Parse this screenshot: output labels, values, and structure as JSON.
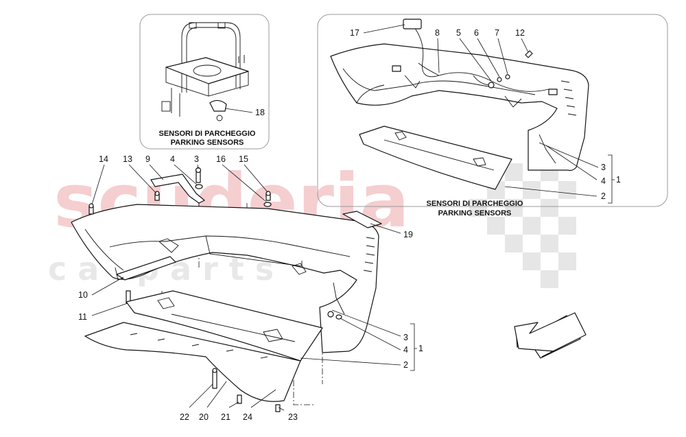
{
  "watermark": {
    "brand": "scuderia",
    "sub": "c a r   p a r t s",
    "brand_color": "#f4c9cc",
    "check_color": "#e2e2e2"
  },
  "insets": {
    "left_caption_it": "SENSORI DI PARCHEGGIO",
    "left_caption_en": "PARKING SENSORS",
    "right_caption_it": "SENSORI DI PARCHEGGIO",
    "right_caption_en": "PARKING SENSORS"
  },
  "callouts": {
    "c17": "17",
    "c8": "8",
    "c5": "5",
    "c6": "6",
    "c7": "7",
    "c12": "12",
    "c18": "18",
    "r3": "3",
    "r4": "4",
    "r2": "2",
    "r1": "1",
    "c14": "14",
    "c13": "13",
    "c9": "9",
    "c4": "4",
    "c3": "3",
    "c16": "16",
    "c15": "15",
    "c19": "19",
    "c10": "10",
    "c11": "11",
    "m3": "3",
    "m4": "4",
    "m2": "2",
    "m1": "1",
    "c22": "22",
    "c20": "20",
    "c21": "21",
    "c24": "24",
    "c23": "23"
  },
  "icons": {
    "direction": "arrow-down-left-icon"
  }
}
